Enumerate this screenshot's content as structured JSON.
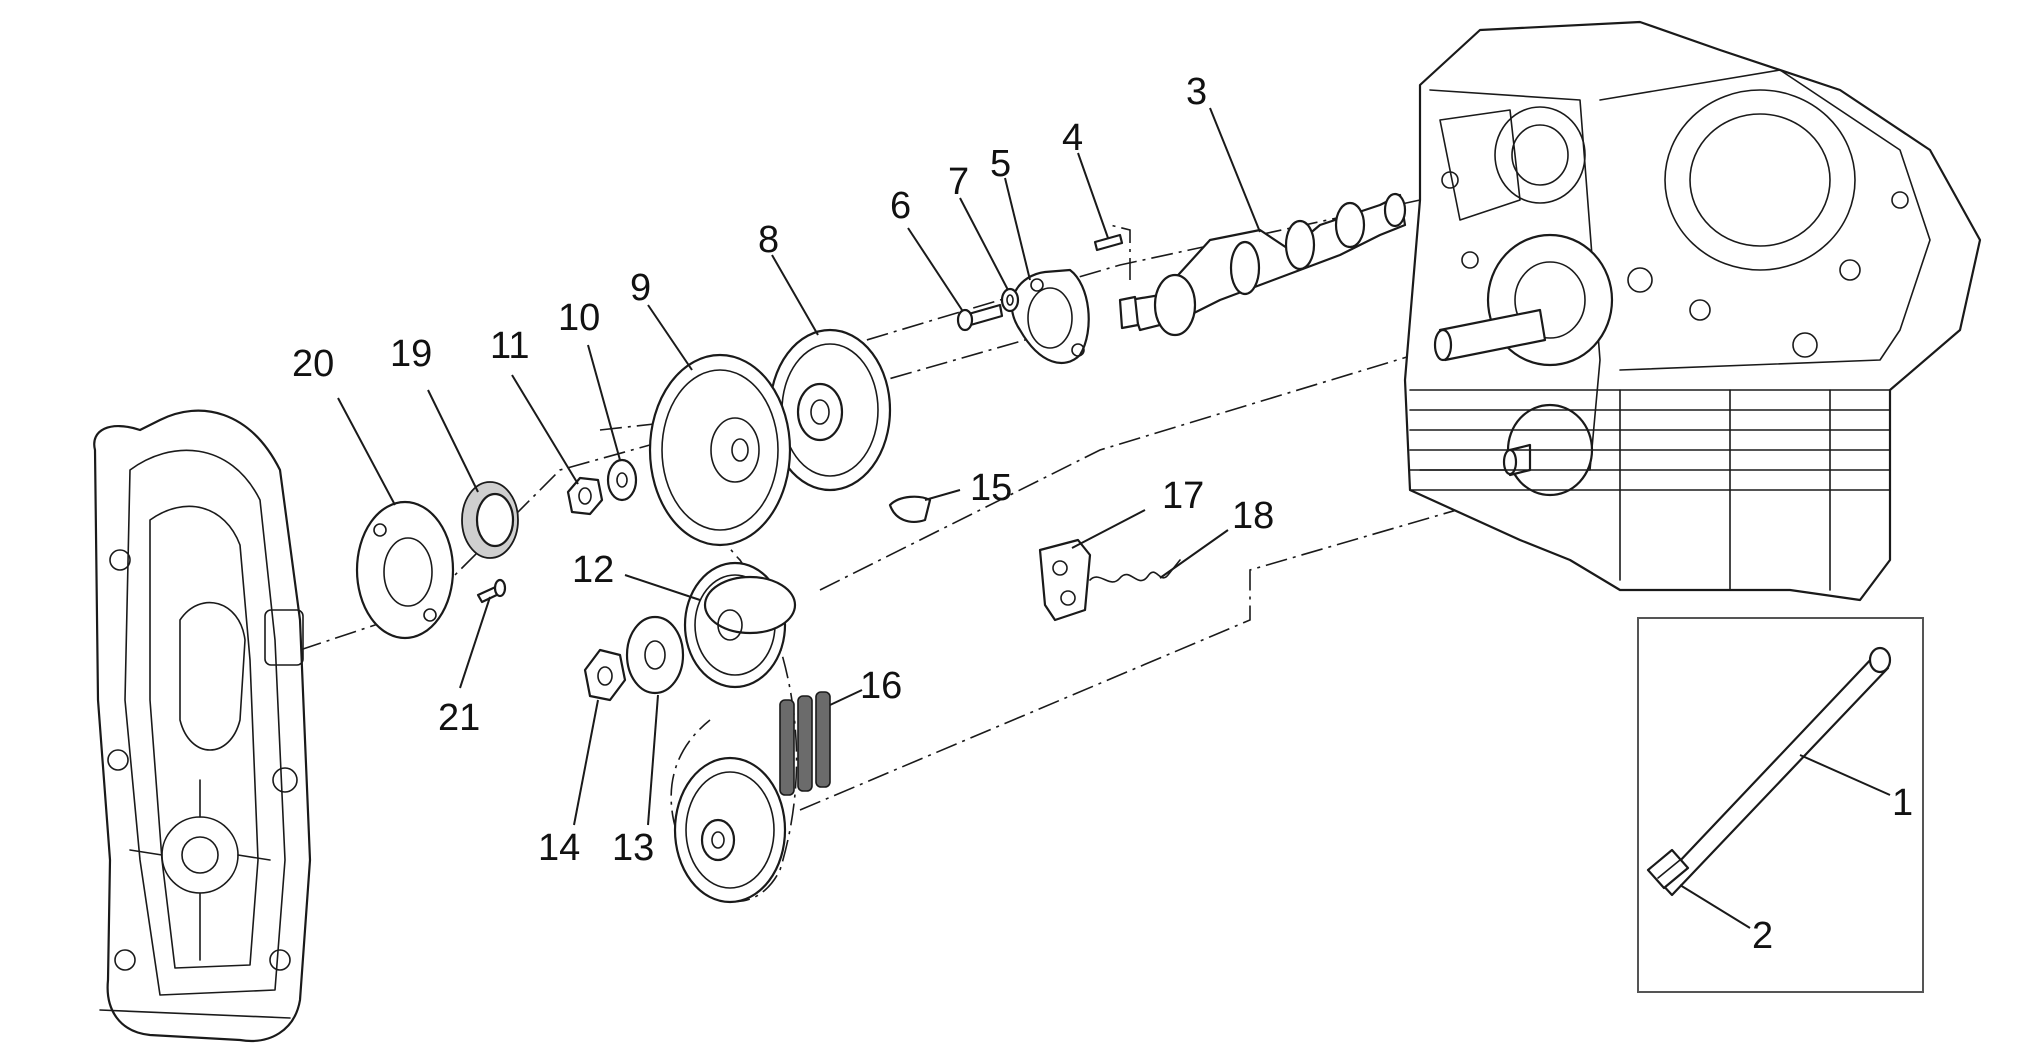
{
  "callouts": [
    {
      "id": "1",
      "label": "1"
    },
    {
      "id": "2",
      "label": "2"
    },
    {
      "id": "3",
      "label": "3"
    },
    {
      "id": "4",
      "label": "4"
    },
    {
      "id": "5",
      "label": "5"
    },
    {
      "id": "6",
      "label": "6"
    },
    {
      "id": "7",
      "label": "7"
    },
    {
      "id": "8",
      "label": "8"
    },
    {
      "id": "9",
      "label": "9"
    },
    {
      "id": "10",
      "label": "10"
    },
    {
      "id": "11",
      "label": "11"
    },
    {
      "id": "12",
      "label": "12"
    },
    {
      "id": "13",
      "label": "13"
    },
    {
      "id": "14",
      "label": "14"
    },
    {
      "id": "15",
      "label": "15"
    },
    {
      "id": "16",
      "label": "16"
    },
    {
      "id": "17",
      "label": "17"
    },
    {
      "id": "18",
      "label": "18"
    },
    {
      "id": "19",
      "label": "19"
    },
    {
      "id": "20",
      "label": "20"
    },
    {
      "id": "21",
      "label": "21"
    }
  ],
  "colors": {
    "line": "#1a1a1a",
    "background": "#ffffff",
    "shade": "#cfcfcf"
  }
}
